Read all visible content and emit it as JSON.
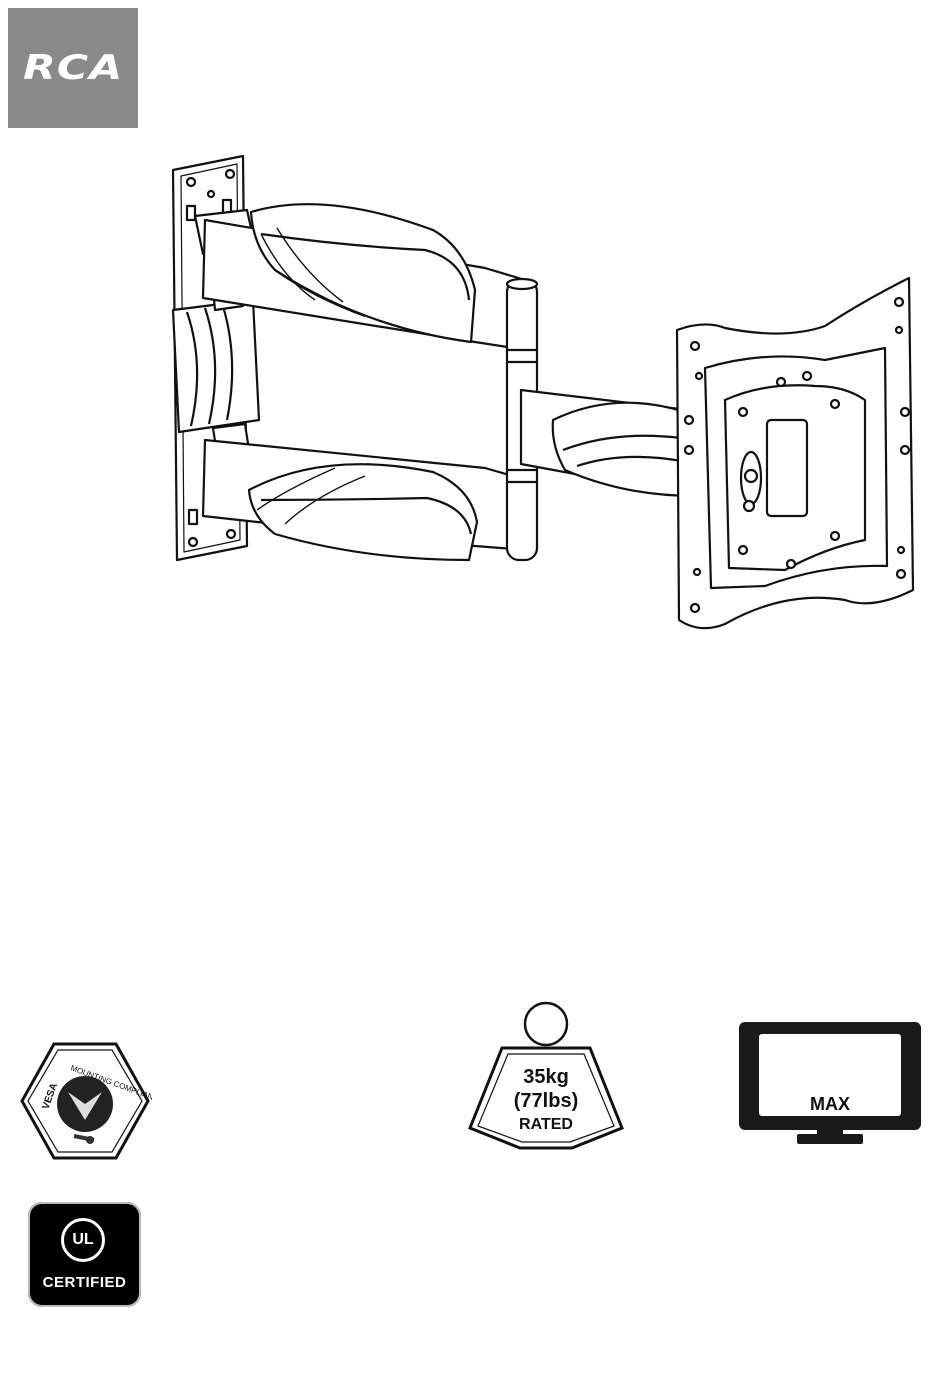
{
  "brand": {
    "logo_text": "RCA",
    "logo_bg": "#8a8a8a"
  },
  "badges": {
    "vesa": {
      "title": "VESA",
      "subtitle": "MOUNTING COMPLIANT"
    },
    "weight": {
      "line1": "35kg",
      "line2": "(77lbs)",
      "line3": "RATED"
    },
    "tv": {
      "label": "MAX"
    },
    "ul": {
      "mark": "UL",
      "label": "CERTIFIED"
    }
  }
}
